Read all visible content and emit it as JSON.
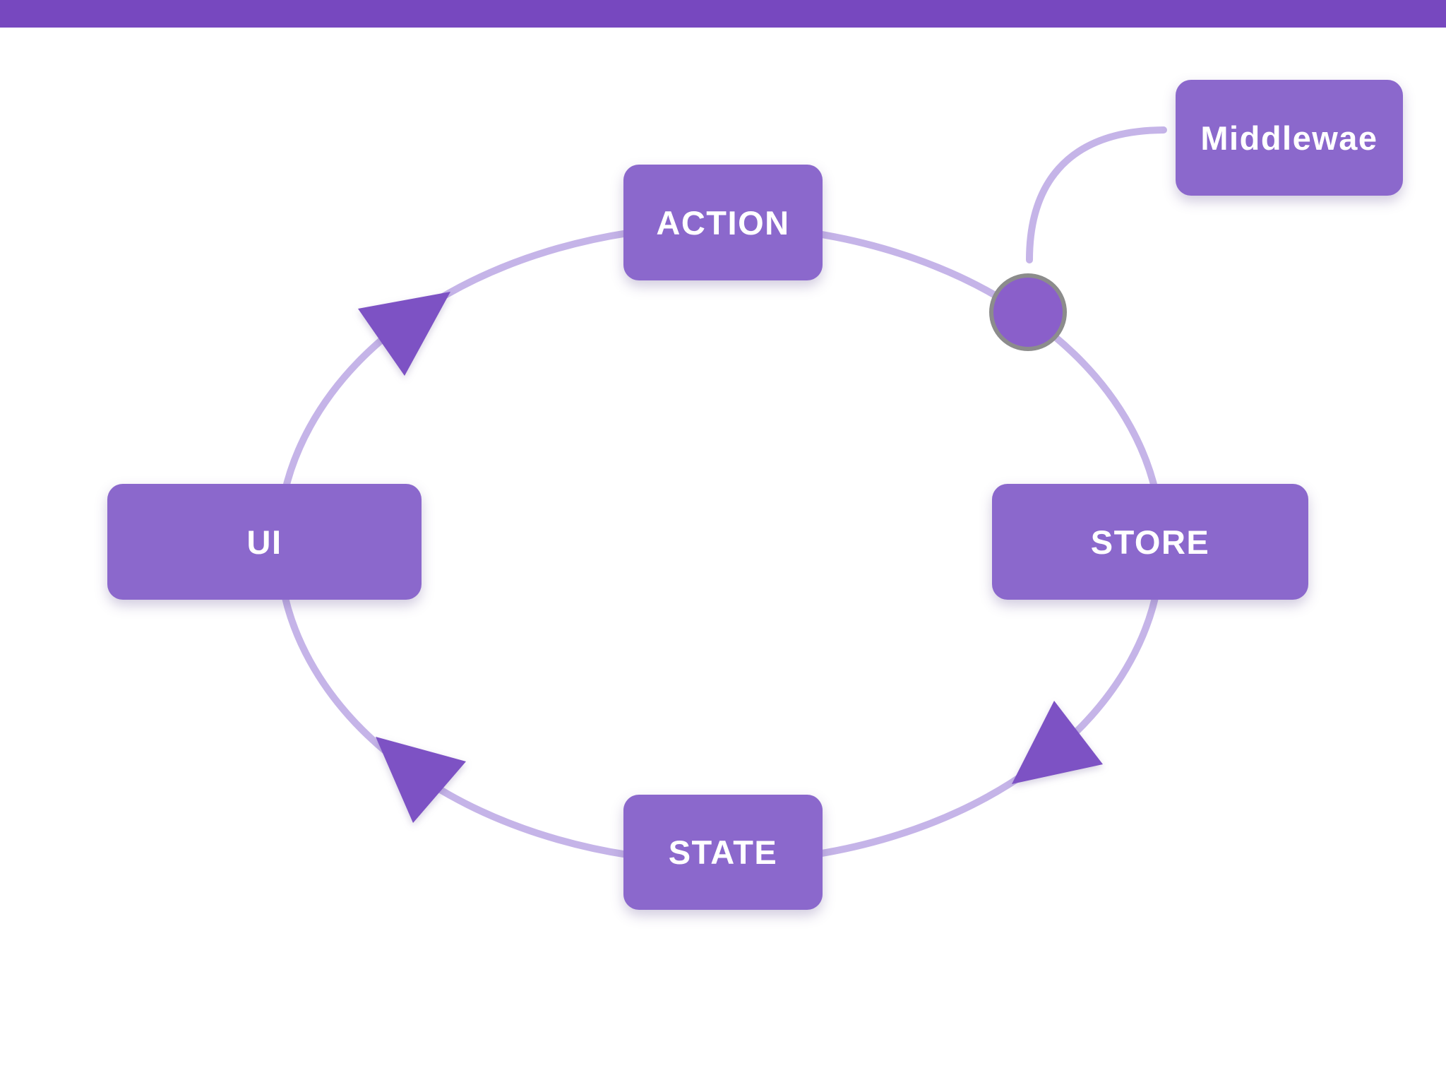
{
  "slide": {
    "background_color": "#ffffff",
    "accent_bar_color": "#7748bf"
  },
  "diagram": {
    "type": "cycle-flow",
    "nodes": {
      "action": {
        "label": "ACTION"
      },
      "store": {
        "label": "STORE"
      },
      "state": {
        "label": "STATE"
      },
      "ui": {
        "label": "UI"
      },
      "middleware": {
        "label": "Middlewae"
      }
    },
    "arrows": [
      {
        "name": "arrow-between-ui-and-action",
        "points": "up-right along ellipse"
      },
      {
        "name": "arrow-between-state-and-ui",
        "points": "up-left along ellipse"
      },
      {
        "name": "arrow-between-state-and-store",
        "points": "up along ellipse"
      }
    ],
    "middleware_dot": {
      "shape": "circle",
      "ring_color": "#8c8c8c"
    },
    "colors": {
      "node_fill": "#8b68cc",
      "node_text": "#ffffff",
      "cycle_line": "#c5b4e8",
      "arrow_fill": "#7d52c4",
      "dot_fill": "#8a5fca",
      "dot_border": "#8c8c8c",
      "accent_bar": "#7748bf"
    }
  }
}
